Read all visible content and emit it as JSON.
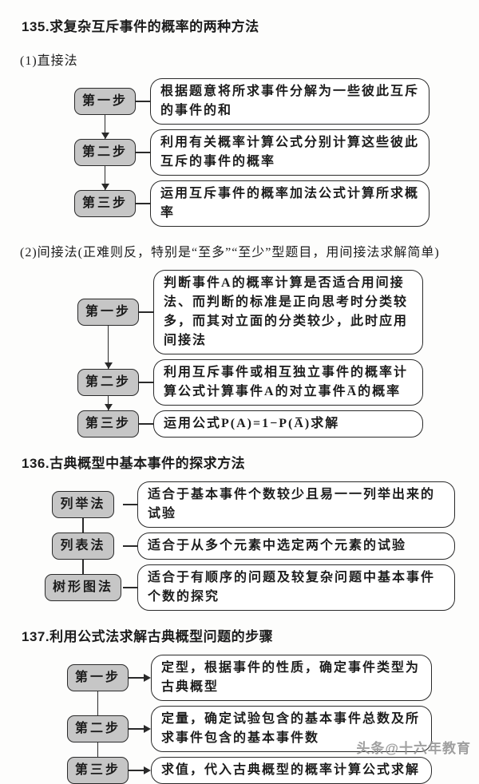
{
  "s135": {
    "heading": "135.求复杂互斥事件的概率的两种方法",
    "direct": {
      "label": "(1)直接法",
      "steps": [
        {
          "box": "第一步",
          "text": "根据题意将所求事件分解为一些彼此互斥的事件的和"
        },
        {
          "box": "第二步",
          "text": "利用有关概率计算公式分别计算这些彼此互斥的事件的概率"
        },
        {
          "box": "第三步",
          "text": "运用互斥事件的概率加法公式计算所求概率"
        }
      ]
    },
    "indirect": {
      "label": "(2)间接法(正难则反，特别是“至多”“至少”型题目，用间接法求解简单)",
      "steps": [
        {
          "box": "第一步",
          "text": "判断事件A的概率计算是否适合用间接法、而判断的标准是正向思考时分类较多，而其对立面的分类较少，此时应用间接法"
        },
        {
          "box": "第二步",
          "text": "利用互斥事件或相互独立事件的概率计算公式计算事件A的对立事件A̅的概率"
        },
        {
          "box": "第三步",
          "text": "运用公式P(A)=1−P(A̅)求解"
        }
      ]
    }
  },
  "s136": {
    "heading": "136.古典概型中基本事件的探求方法",
    "methods": [
      {
        "box": "列举法",
        "text": "适合于基本事件个数较少且易一一列举出来的试验"
      },
      {
        "box": "列表法",
        "text": "适合于从多个元素中选定两个元素的试验"
      },
      {
        "box": "树形图法",
        "text": "适合于有顺序的问题及较复杂问题中基本事件个数的探究"
      }
    ]
  },
  "s137": {
    "heading": "137.利用公式法求解古典概型问题的步骤",
    "steps": [
      {
        "box": "第一步",
        "text": "定型，根据事件的性质，确定事件类型为古典概型"
      },
      {
        "box": "第二步",
        "text": "定量，确定试验包含的基本事件总数及所求事件包含的基本事件数"
      },
      {
        "box": "第三步",
        "text": "求值，代入古典概型的概率计算公式求解"
      }
    ]
  },
  "watermark": "头条@十六年教育"
}
